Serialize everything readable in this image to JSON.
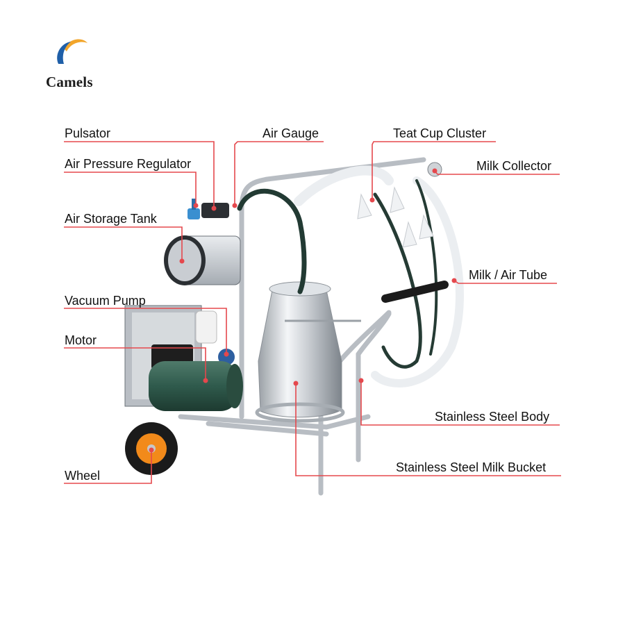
{
  "brand": {
    "name": "Camels",
    "logo_colors": {
      "orange": "#f2a52a",
      "blue": "#1f5fa8"
    }
  },
  "accent_color": "#e5484d",
  "labels": {
    "pulsator": "Pulsator",
    "air_gauge": "Air Gauge",
    "teat_cup_cluster": "Teat Cup Cluster",
    "air_pressure_regulator": "Air Pressure Regulator",
    "milk_collector": "Milk Collector",
    "air_storage_tank": "Air Storage Tank",
    "milk_air_tube": "Milk / Air Tube",
    "vacuum_pump": "Vacuum Pump",
    "motor": "Motor",
    "stainless_steel_body": "Stainless Steel Body",
    "stainless_steel_milk_bucket": "Stainless Steel Milk Bucket",
    "wheel": "Wheel"
  }
}
